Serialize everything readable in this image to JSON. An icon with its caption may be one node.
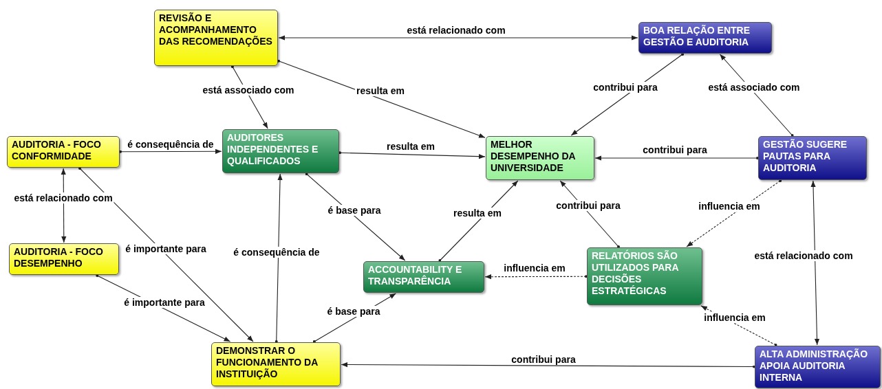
{
  "diagram": {
    "nodes": [
      {
        "text": [
          "REVISÃO E ACOMPANHAMENTO DAS RECOMENDAÇÕES"
        ]
      },
      {
        "text": [
          "BOA RELAÇÃO ENTRE GESTÃO E AUDITORIA"
        ]
      },
      {
        "text": [
          "AUDITORIA - FOCO CONFORMIDADE"
        ]
      },
      {
        "text": [
          "AUDITORES INDEPENDENTES E QUALIFICADOS"
        ]
      },
      {
        "text": [
          "MELHOR DESEMPENHO DA UNIVERSIDADE"
        ]
      },
      {
        "text": [
          "GESTÃO SUGERE PAUTAS PARA AUDITORIA"
        ]
      },
      {
        "text": [
          "AUDITORIA - FOCO DESEMPENHO"
        ]
      },
      {
        "text": [
          "ACCOUNTABILITY E TRANSPARÊNCIA"
        ]
      },
      {
        "text": [
          "RELATÓRIOS SÃO UTILIZADOS PARA DECISÕES ESTRATÉGICAS"
        ]
      },
      {
        "text": [
          "DEMONSTRAR O FUNCIONAMENTO DA INSTITUIÇÃO"
        ]
      },
      {
        "text": [
          "ALTA ADMINISTRAÇÃO APOIA AUDITORIA INTERNA"
        ]
      }
    ],
    "edges": [
      {
        "from": 0,
        "to": 1,
        "arrow": "both",
        "label": "está relacionado com"
      },
      {
        "from": 0,
        "to": 3,
        "arrow": "to",
        "label": "está associado com"
      },
      {
        "from": 0,
        "to": 4,
        "arrow": "to",
        "label": "resulta em"
      },
      {
        "from": 1,
        "to": 4,
        "arrow": "to",
        "label": "contribui para"
      },
      {
        "from": 5,
        "to": 1,
        "arrow": "to",
        "label": "está associado com"
      },
      {
        "from": 2,
        "to": 3,
        "arrow": "to",
        "label": "é consequência de"
      },
      {
        "from": 3,
        "to": 4,
        "arrow": "to",
        "label": "resulta em"
      },
      {
        "from": 5,
        "to": 4,
        "arrow": "to",
        "label": "contribui para"
      },
      {
        "from": 2,
        "to": 6,
        "arrow": "both",
        "label": "está relacionado com"
      },
      {
        "from": 2,
        "to": 9,
        "arrow": "to",
        "label": "é importante para"
      },
      {
        "from": 6,
        "to": 9,
        "arrow": "to",
        "label": "é importante para"
      },
      {
        "from": 9,
        "to": 3,
        "arrow": "to",
        "label": "é consequência de"
      },
      {
        "from": 3,
        "to": 7,
        "arrow": "to",
        "label": "é base para"
      },
      {
        "from": 9,
        "to": 7,
        "arrow": "to",
        "label": "é base para"
      },
      {
        "from": 7,
        "to": 4,
        "arrow": "to",
        "label": "resulta em"
      },
      {
        "from": 8,
        "to": 4,
        "arrow": "to",
        "label": "contribui para"
      },
      {
        "from": 5,
        "to": 8,
        "arrow": "to",
        "label": "influencia em",
        "style": "dashed"
      },
      {
        "from": 8,
        "to": 7,
        "arrow": "to",
        "label": "influencia em",
        "style": "dashed"
      },
      {
        "from": 10,
        "to": 8,
        "arrow": "to",
        "label": "influencia em",
        "style": "dashed"
      },
      {
        "from": 5,
        "to": 10,
        "arrow": "both",
        "label": "está relacionado com"
      },
      {
        "from": 10,
        "to": 9,
        "arrow": "to",
        "label": "contribui para"
      }
    ]
  }
}
